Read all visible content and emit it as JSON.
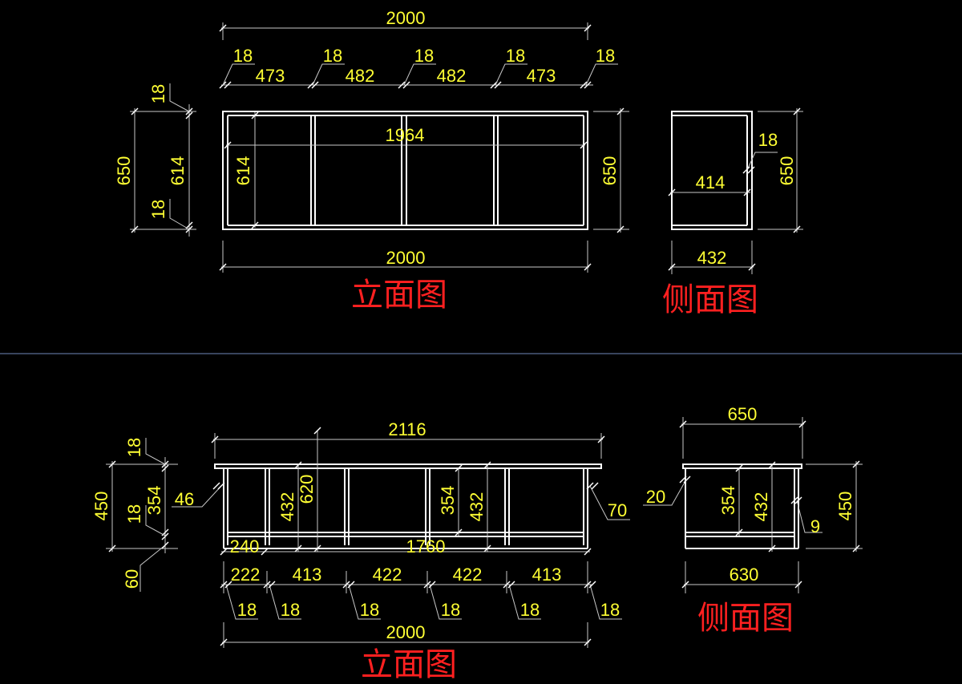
{
  "colors": {
    "background": "#000000",
    "frame": "#ffffff",
    "dimension_text": "#ffff33",
    "title_text": "#ff2020",
    "separator": "#5a6e96"
  },
  "top": {
    "front_view": {
      "title": "立面图",
      "overall_width_top": "2000",
      "thickness_labels": [
        "18",
        "18",
        "18",
        "18",
        "18"
      ],
      "bay_widths": [
        "473",
        "482",
        "482",
        "473"
      ],
      "inner_width": "1964",
      "height_left": "650",
      "inner_height_left": "614",
      "inner_height_mid": "614",
      "top_thickness": "18",
      "bottom_thickness": "18",
      "height_right": "650",
      "overall_width_bottom": "2000"
    },
    "side_view": {
      "title": "侧面图",
      "thickness": "18",
      "inner_depth": "414",
      "height": "650",
      "depth": "432"
    }
  },
  "bottom": {
    "front_view": {
      "title": "立面图",
      "top_width": "2116",
      "height": "450",
      "top_thickness": "18",
      "mid_thickness": "18",
      "inner_height": "354",
      "left_offset": "46",
      "inner_432_a": "432",
      "inner_620": "620",
      "inner_354_b": "354",
      "inner_432_b": "432",
      "right_offset": "70",
      "base_240": "240",
      "base_1760": "1760",
      "plinth": "60",
      "bay_widths": [
        "222",
        "413",
        "422",
        "422",
        "413"
      ],
      "thickness_labels": [
        "18",
        "18",
        "18",
        "18",
        "18",
        "18"
      ],
      "overall_width": "2000"
    },
    "side_view": {
      "title": "侧面图",
      "top_depth": "650",
      "front_offset": "20",
      "inner_354": "354",
      "inner_432": "432",
      "back_gap": "9",
      "height": "450",
      "bottom_depth": "630"
    }
  }
}
